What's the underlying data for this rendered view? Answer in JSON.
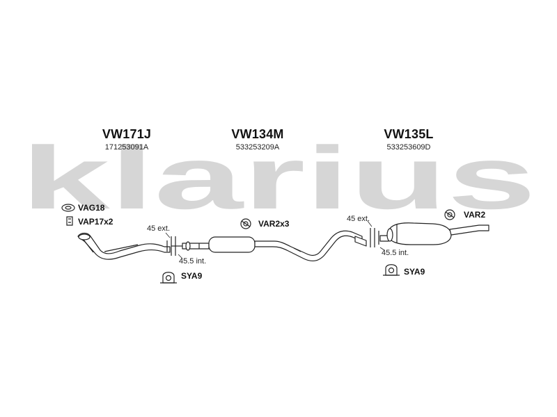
{
  "watermark": {
    "text": "klarius",
    "color": "#d6d6d6"
  },
  "components": [
    {
      "code": "VW171J",
      "oem": "171253091A"
    },
    {
      "code": "VW134M",
      "oem": "533253209A"
    },
    {
      "code": "VW135L",
      "oem": "533253609D"
    }
  ],
  "fittings": {
    "vag": "VAG18",
    "vap": "VAP17x2",
    "var_center": "VAR2x3",
    "var_right": "VAR2",
    "sya_left": "SYA9",
    "sya_right": "SYA9"
  },
  "joints": {
    "left": {
      "ext": "45 ext.",
      "int": "45.5 int."
    },
    "right": {
      "ext": "45 ext.",
      "int": "45.5 int."
    }
  },
  "icons": {
    "clamp": "clamp-icon",
    "gasket": "gasket-icon",
    "rubber_hanger": "rubber-hanger-icon",
    "bracket": "bracket-icon"
  },
  "colors": {
    "line": "#222222",
    "pipe_fill": "#ffffff",
    "watermark": "#d6d6d6"
  }
}
